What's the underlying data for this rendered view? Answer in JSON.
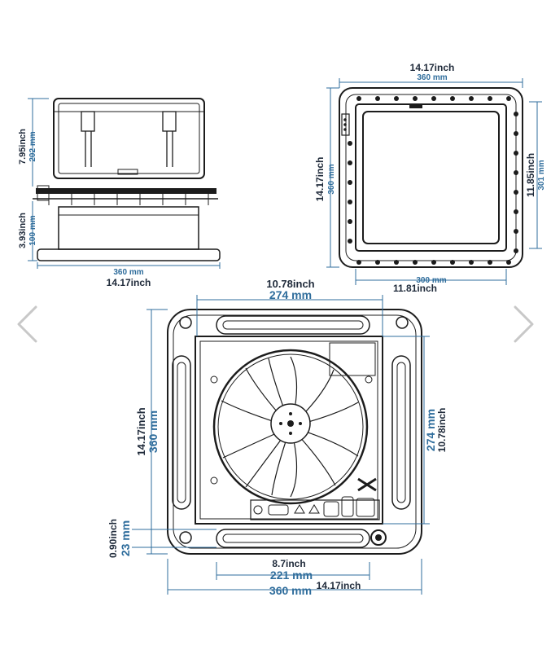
{
  "side_view": {
    "height_top_in": "7.95inch",
    "height_top_mm": "202 mm",
    "height_bottom_in": "3.93inch",
    "height_bottom_mm": "100 mm",
    "width_mm": "360 mm",
    "width_in": "14.17inch"
  },
  "top_view": {
    "width_in": "14.17inch",
    "width_mm": "360 mm",
    "height_in": "14.17inch",
    "height_mm": "360 mm",
    "inner_height_in": "11.85inch",
    "inner_height_mm": "301 mm",
    "inner_width_mm": "300 mm",
    "inner_width_in": "11.81inch"
  },
  "bottom_view": {
    "top_in": "10.78inch",
    "top_mm": "274 mm",
    "left_in": "14.17inch",
    "left_mm": "360 mm",
    "right_mm": "274 mm",
    "right_in": "10.78inch",
    "offset_in": "0.90inch",
    "offset_mm": "23 mm",
    "slot_in": "8.7inch",
    "slot_mm": "221 mm",
    "overall_mm": "360 mm",
    "overall_in": "14.17inch"
  },
  "nav": {
    "prev_icon": "chevron-left-icon",
    "next_icon": "chevron-right-icon"
  }
}
